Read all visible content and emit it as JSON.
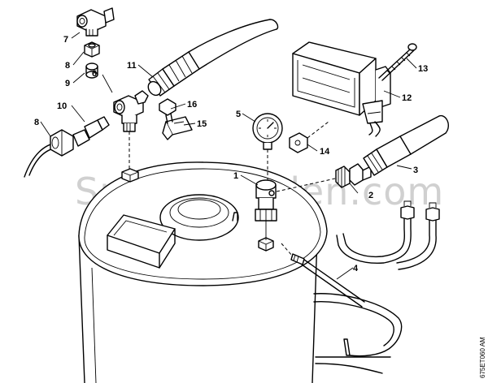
{
  "diagram": {
    "watermark": "SparesGarden.com",
    "drawing_code": "675ET060 AM",
    "callouts": [
      {
        "id": "c1",
        "label": "1"
      },
      {
        "id": "c2",
        "label": "2"
      },
      {
        "id": "c3",
        "label": "3"
      },
      {
        "id": "c4",
        "label": "4"
      },
      {
        "id": "c5",
        "label": "5"
      },
      {
        "id": "c6",
        "label": "6"
      },
      {
        "id": "c7",
        "label": "7"
      },
      {
        "id": "c8a",
        "label": "8"
      },
      {
        "id": "c8b",
        "label": "8"
      },
      {
        "id": "c9",
        "label": "9"
      },
      {
        "id": "c10",
        "label": "10"
      },
      {
        "id": "c11",
        "label": "11"
      },
      {
        "id": "c12",
        "label": "12"
      },
      {
        "id": "c13",
        "label": "13"
      },
      {
        "id": "c14",
        "label": "14"
      },
      {
        "id": "c15",
        "label": "15"
      },
      {
        "id": "c16",
        "label": "16"
      }
    ]
  }
}
